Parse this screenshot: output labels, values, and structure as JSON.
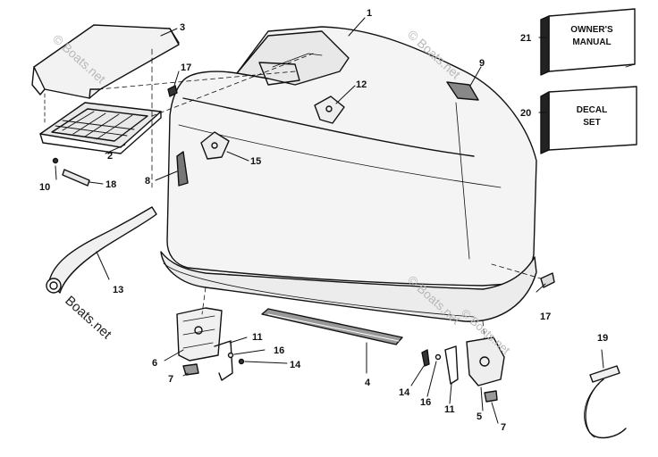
{
  "callouts": {
    "c1": "1",
    "c2": "2",
    "c3": "3",
    "c4": "4",
    "c5": "5",
    "c6": "6",
    "c7a": "7",
    "c7b": "7",
    "c8": "8",
    "c9": "9",
    "c10": "10",
    "c11a": "11",
    "c11b": "11",
    "c12": "12",
    "c13": "13",
    "c14a": "14",
    "c14b": "14",
    "c15": "15",
    "c16a": "16",
    "c16b": "16",
    "c17a": "17",
    "c17b": "17",
    "c18": "18",
    "c19": "19",
    "c20": "20",
    "c21": "21"
  },
  "boxes": {
    "owners_manual": {
      "line1": "OWNER'S",
      "line2": "MANUAL"
    },
    "decal_set": {
      "line1": "DECAL",
      "line2": "SET"
    }
  },
  "watermark": {
    "small": "© Boats.net",
    "large": "Boats.net",
    "copyright": "©"
  },
  "colors": {
    "ink": "#111111",
    "watermark": "#b8b8b8",
    "background": "#ffffff"
  }
}
